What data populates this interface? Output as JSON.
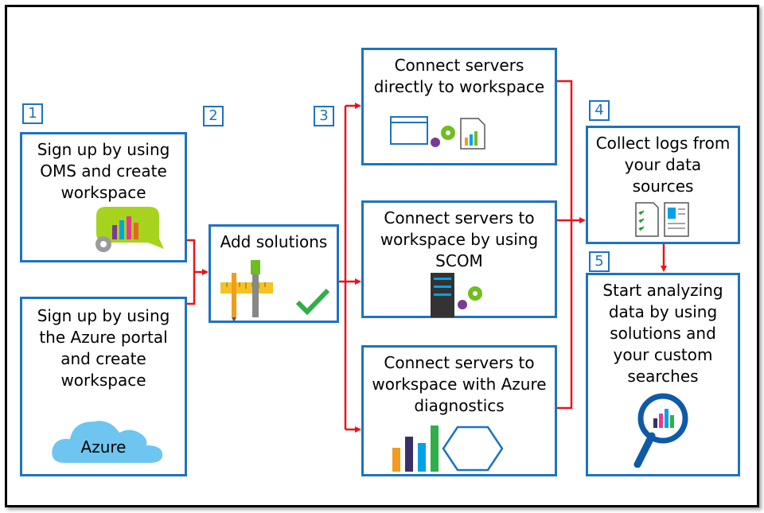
{
  "steps": {
    "s1": "1",
    "s2": "2",
    "s3": "3",
    "s4": "4",
    "s5": "5"
  },
  "boxes": {
    "signup_oms": "Sign up by using\nOMS and create\nworkspace",
    "signup_azure": "Sign up by using\nthe Azure portal\nand create\nworkspace",
    "azure_label": "Azure",
    "add_solutions": "Add solutions",
    "connect_direct": "Connect servers\ndirectly to workspace",
    "connect_scom": "Connect servers to\nworkspace by using\nSCOM",
    "connect_azure_diag": "Connect servers to\nworkspace with Azure\ndiagnostics",
    "collect_logs": "Collect logs from\nyour data\nsources",
    "start_analyzing": "Start analyzing\ndata by using\nsolutions and\nyour custom\nsearches"
  },
  "colors": {
    "box_border": "#1e73be",
    "arrow": "#e8141b",
    "accent_green": "#6fbd1f",
    "accent_purple": "#7a3a96"
  }
}
